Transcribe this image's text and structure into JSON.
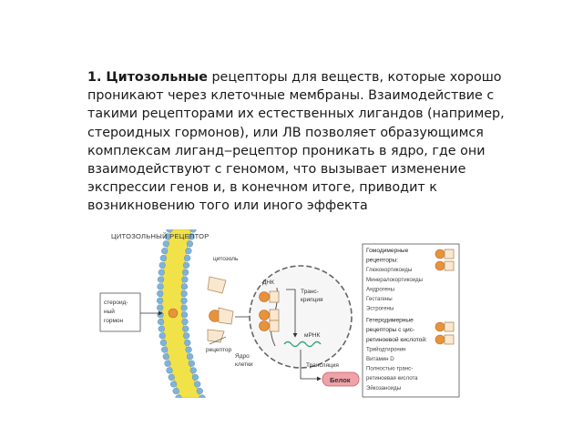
{
  "text": {
    "number": "1",
    "bold_term": ". Цитозольные",
    "body": " рецепторы для веществ, которые хорошо проникают через клеточные мембраны. Взаимодействие с такими рецепторами их естественных лигандов (например, стероидных гормонов), или ЛВ позволяет образующимся комплексам лиганд‒рецептор проникать в ядро, где они взаимодействуют с геномом, что вызывает изменение экспрессии генов и, в конечном итоге, приводит к возникновению того или иного эффекта"
  },
  "figure": {
    "title": "ЦИТОЗОЛЬНЫЙ РЕЦЕПТОР",
    "cytosol": "цитозоль",
    "hormone_line1": "стероид-",
    "hormone_line2": "ный",
    "hormone_line3": "гормон",
    "receptor": "рецептор",
    "dna": "ДНК",
    "transcription_line1": "Транс-",
    "transcription_line2": "крипция",
    "mrna": "мРНК",
    "nucleus_line1": "Ядро",
    "nucleus_line2": "клетки",
    "translation": "Трансляция",
    "protein": "Белок",
    "legend": [
      "Гомодимерные",
      "рецепторы:",
      "Глюкокортикоиды",
      "Минералокортикоиды",
      "Андрогены",
      "Гестагены",
      "Эстрогены",
      "Гетеродимерные",
      "рецепторы с цис-",
      "ретиноевой кислотой:",
      "Трийодтиронин",
      "Витамин D",
      "Полностью транс-",
      "ретиноевая кислота",
      "Эйкозаноиды"
    ],
    "colors": {
      "membrane": "#f2e24a",
      "lipid_head": "#7fb3d8",
      "ligand": "#e8923a",
      "receptor_fill": "#f7e8cf",
      "receptor_stroke": "#b58b5e",
      "nucleus_stroke": "#666666",
      "protein": "#f0a2a8",
      "mrna": "#3aa37f",
      "arrow": "#333333"
    }
  }
}
